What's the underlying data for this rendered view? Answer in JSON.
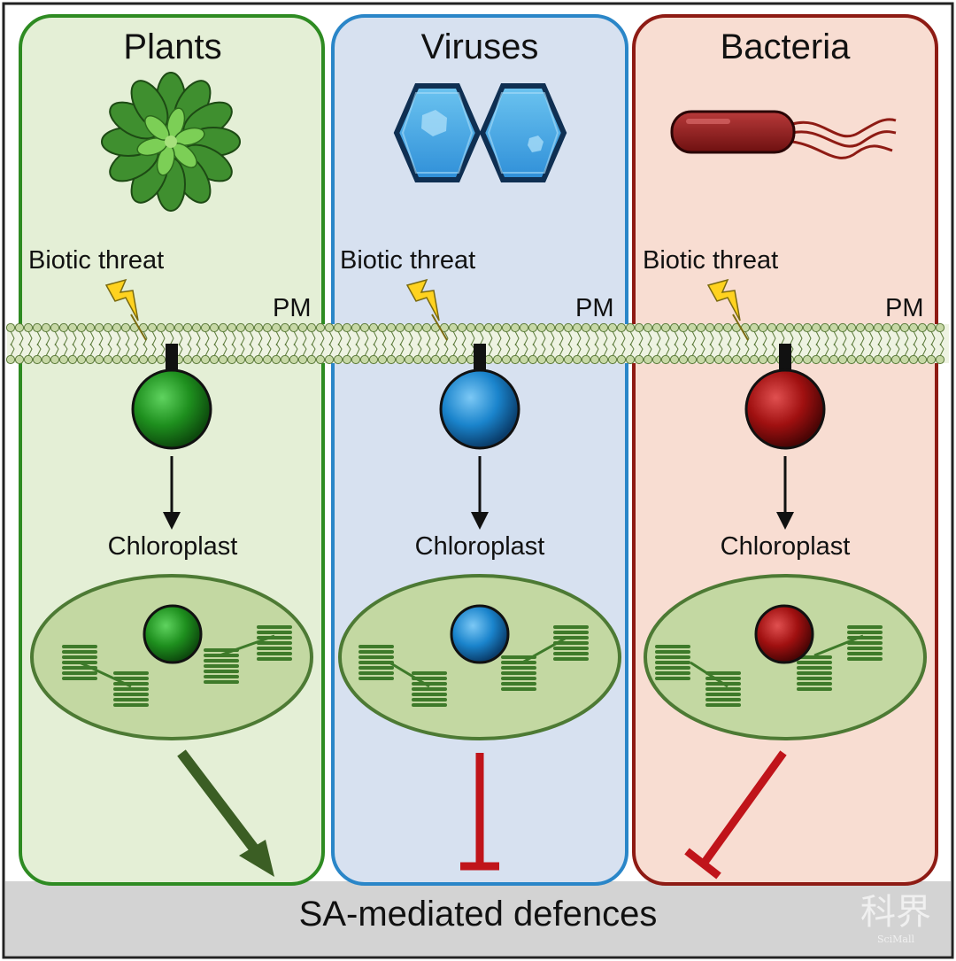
{
  "panels": [
    {
      "id": "plants",
      "title": "Plants",
      "threat_label": "Biotic threat",
      "membrane_label": "PM",
      "organelle_label": "Chloroplast",
      "effect": "promotes",
      "colors": {
        "border": "#2e8b22",
        "fill": "#e4efd6",
        "node": "#1f8a1f",
        "effect": "#3b5e24"
      }
    },
    {
      "id": "viruses",
      "title": "Viruses",
      "threat_label": "Biotic threat",
      "membrane_label": "PM",
      "organelle_label": "Chloroplast",
      "effect": "inhibits",
      "colors": {
        "border": "#2a86c8",
        "fill": "#d7e1f0",
        "node": "#1a84cc",
        "effect": "#c0141a"
      }
    },
    {
      "id": "bacteria",
      "title": "Bacteria",
      "threat_label": "Biotic threat",
      "membrane_label": "PM",
      "organelle_label": "Chloroplast",
      "effect": "inhibits",
      "colors": {
        "border": "#8e1b14",
        "fill": "#f8ddd2",
        "node": "#a01010",
        "effect": "#c0141a"
      }
    }
  ],
  "bottom_label": "SA-mediated defences",
  "watermark": {
    "text": "科界",
    "subtext": "SciMall"
  },
  "colors": {
    "membrane": "#c7d8a6",
    "membrane_outline": "#5b7a3a",
    "chloroplast_fill": "#c3d8a2",
    "chloroplast_outline": "#4d7a34",
    "thylakoid": "#3e7a2a",
    "bottom_band": "#d3d3d3"
  },
  "icons": [
    "plant-rosette-icon",
    "virus-hexagon-icon",
    "bacterium-icon",
    "lightning-bolt-icon",
    "receptor-icon"
  ]
}
